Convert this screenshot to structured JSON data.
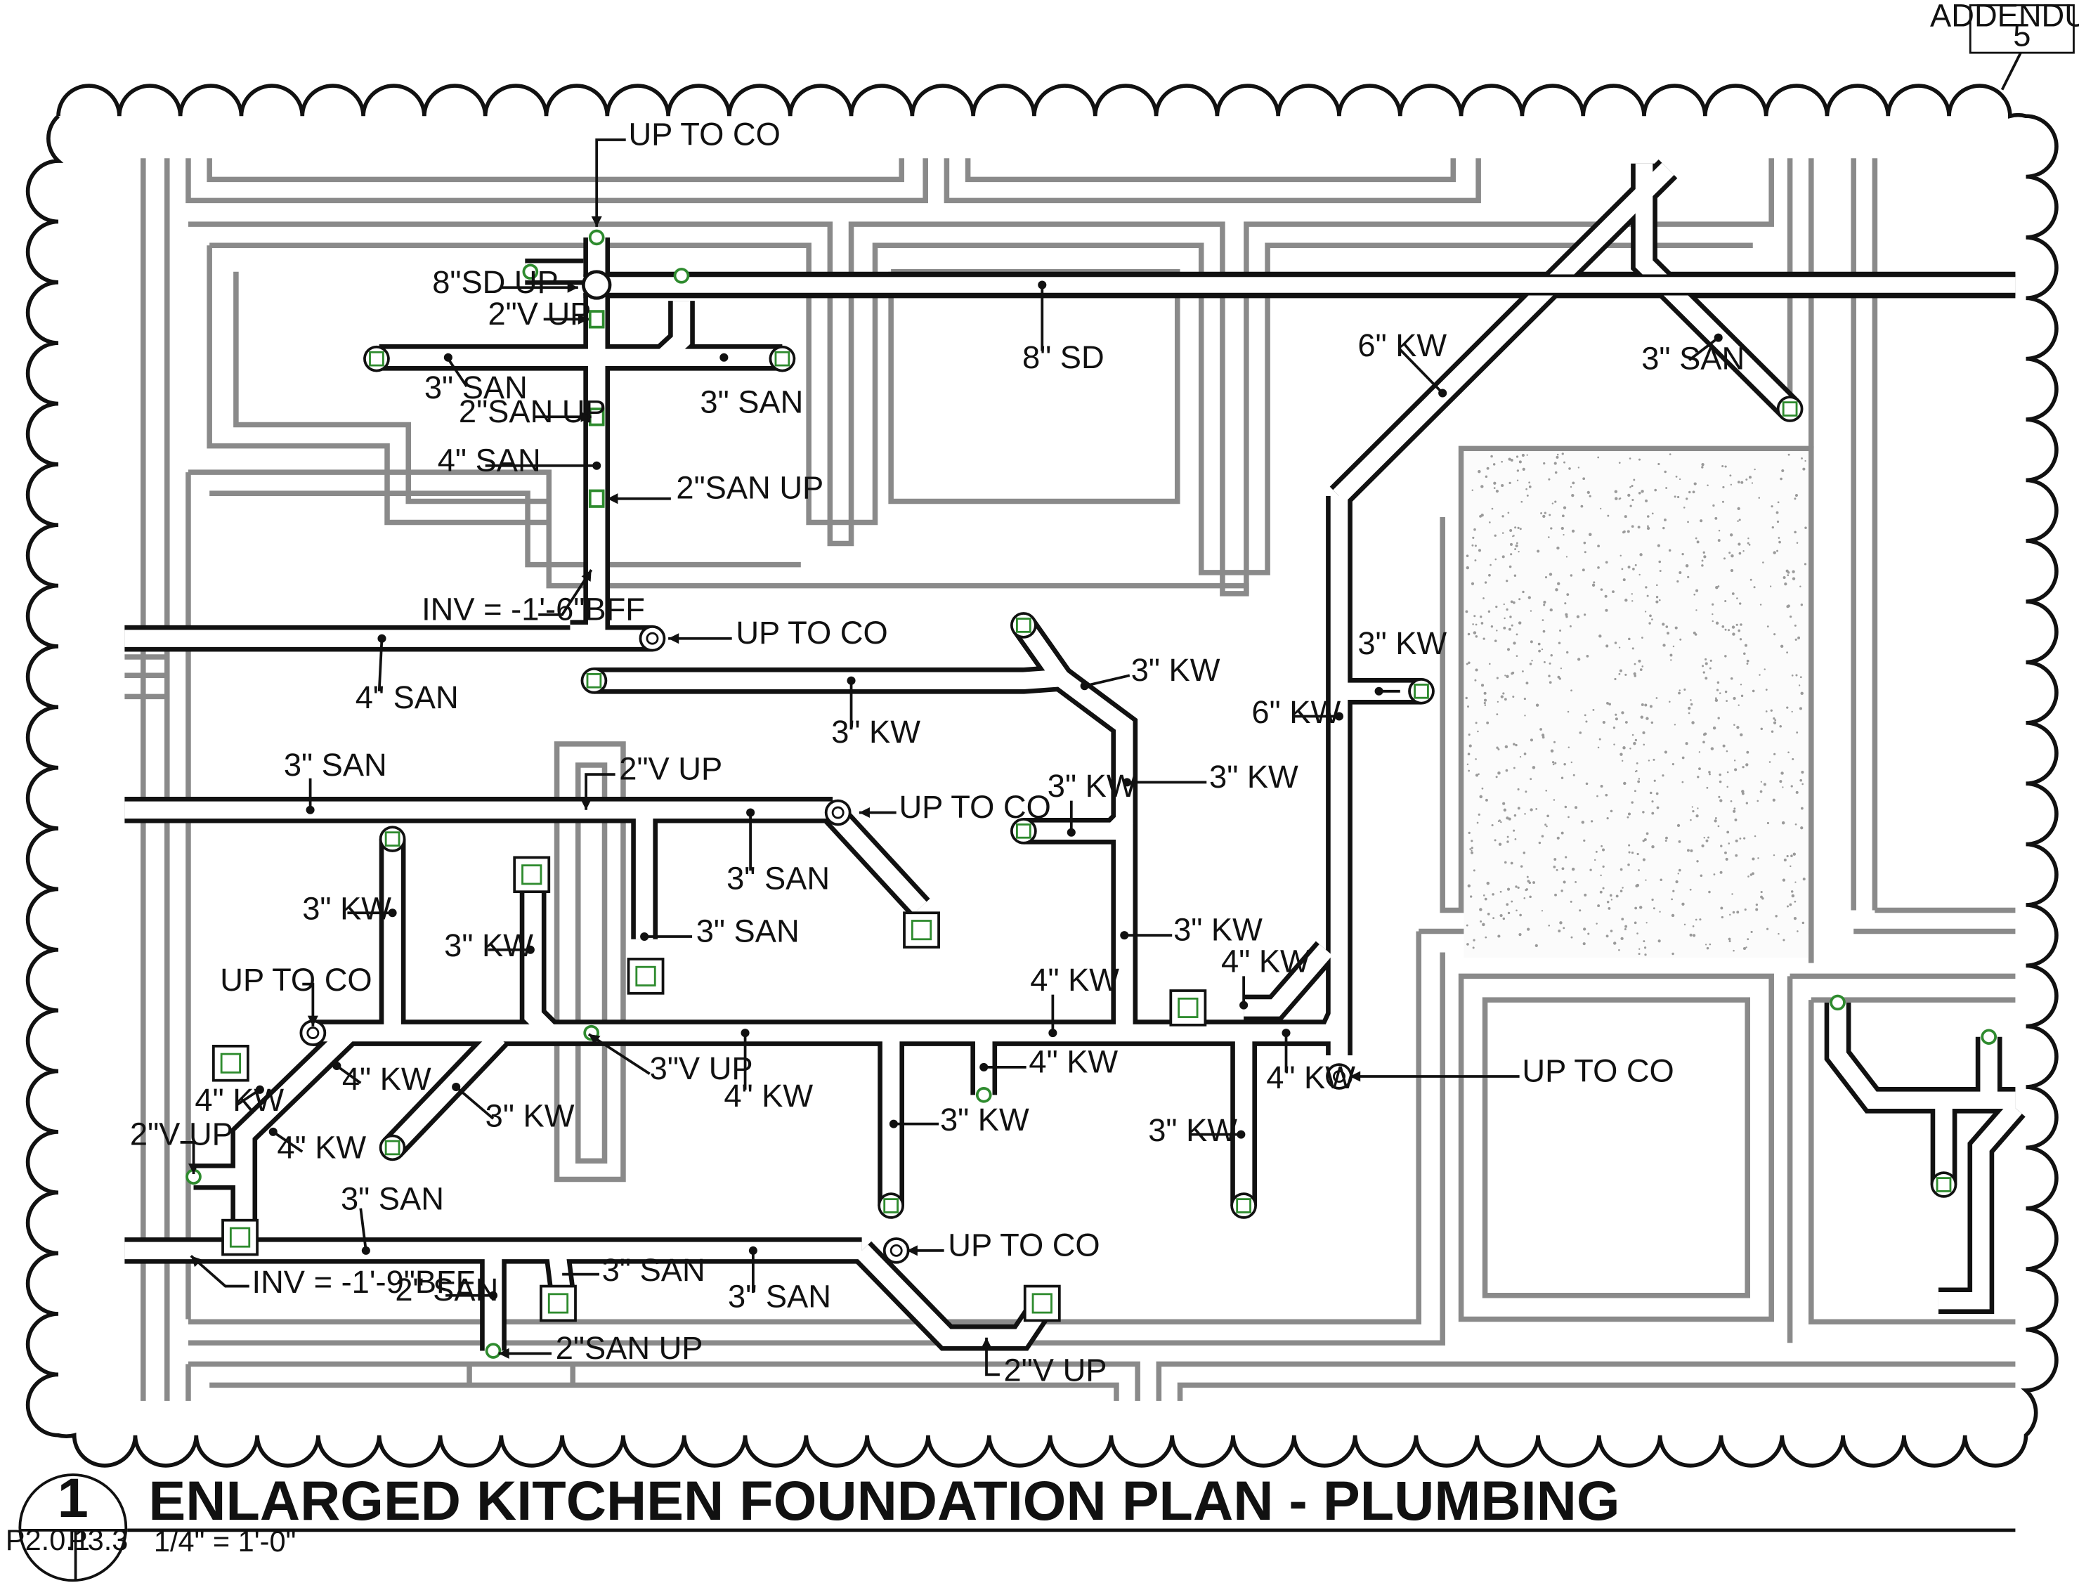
{
  "addendum": {
    "label": "ADDENDUM",
    "number": "5"
  },
  "title_block": {
    "detail_number": "1",
    "sheet_ref_left": "P2.0.1",
    "sheet_ref_right": "P3.3",
    "title": "ENLARGED KITCHEN FOUNDATION PLAN - PLUMBING",
    "scale": "1/4\" = 1'-0\""
  },
  "labels": {
    "up_to_co_top": "UP TO CO",
    "sd_up_8": "8\"SD UP",
    "v_up_2_top": "2\"V UP",
    "san_3_left": "3\" SAN",
    "san_3_right": "3\" SAN",
    "san_up_2_a": "2\"SAN UP",
    "san_4_vert": "4\" SAN",
    "san_up_2_b": "2\"SAN UP",
    "inv_top": "INV = -1'-6\"BFF",
    "up_to_co_row1": "UP TO CO",
    "san_4_row1": "4\" SAN",
    "sd_8": "8\" SD",
    "kw_6_diag": "6\" KW",
    "san_3_ne": "3\" SAN",
    "kw_3_row2": "3\" KW",
    "kw_3_a": "3\" KW",
    "kw_3_b": "3\" KW",
    "kw_6_vert": "6\" KW",
    "kw_3_right": "3\" KW",
    "san_3_row3": "3\" SAN",
    "v_up_2_mid": "2\"V UP",
    "up_to_co_row3": "UP TO CO",
    "san_3_row3b": "3\" SAN",
    "san_3_branch": "3\" SAN",
    "kw_3_c": "3\" KW",
    "kw_3_d": "3\" KW",
    "kw_3_e": "3\" KW",
    "kw_3_f": "3\" KW",
    "up_to_co_left": "UP TO CO",
    "kw_4_top": "4\" KW",
    "kw_4_c": "4\" KW",
    "v_up_3": "3\"V UP",
    "kw_4_main": "4\" KW",
    "kw_4_branch": "4\" KW",
    "kw_3_g": "3\" KW",
    "kw_4_right": "4\" KW",
    "up_to_co_right": "UP TO CO",
    "kw_3_h": "3\" KW",
    "kw_4_a": "4\" KW",
    "kw_4_b": "4\" KW",
    "kw_4_d": "4\" KW",
    "kw_3_i": "3\" KW",
    "v_up_2_left": "2\"V UP",
    "san_3_row4": "3\" SAN",
    "inv_bottom": "INV = -1'-9\"BFF",
    "san_2": "2\" SAN",
    "san_3_row4b": "3\" SAN",
    "san_3_row4c": "3\" SAN",
    "up_to_co_bottom": "UP TO CO",
    "san_up_2_bottom": "2\"SAN UP",
    "v_up_2_bottom": "2\"V UP"
  },
  "colors": {
    "pipe": "#111111",
    "wall": "#8a8a8a",
    "fitting_green": "#2e8b2e",
    "hatch": "#9a9a9a"
  }
}
